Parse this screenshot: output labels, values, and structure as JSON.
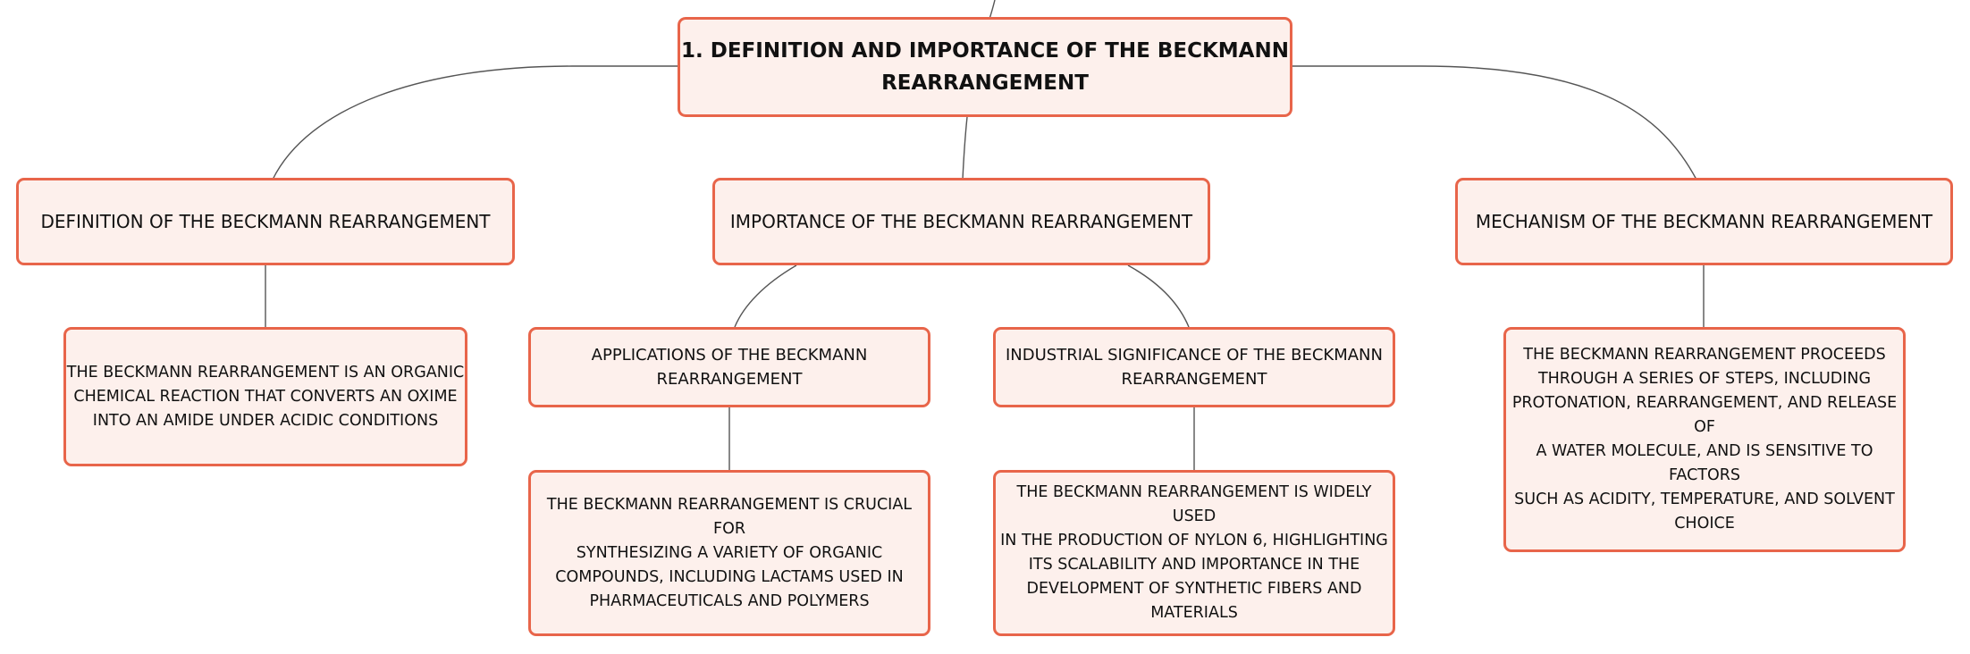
{
  "colors": {
    "node_fill": "#fdf0ec",
    "node_border": "#e8654a",
    "connector": "#555555",
    "text": "#111111"
  },
  "root": {
    "label": "1. DEFINITION AND IMPORTANCE OF THE BECKMANN\nREARRANGEMENT"
  },
  "definition": {
    "label": "DEFINITION OF THE BECKMANN REARRANGEMENT",
    "detail": "THE BECKMANN REARRANGEMENT IS AN ORGANIC\nCHEMICAL REACTION THAT CONVERTS AN OXIME\nINTO AN AMIDE UNDER ACIDIC CONDITIONS"
  },
  "importance": {
    "label": "IMPORTANCE OF THE BECKMANN REARRANGEMENT",
    "applications": {
      "label": "APPLICATIONS OF THE BECKMANN\nREARRANGEMENT",
      "detail": "THE BECKMANN REARRANGEMENT IS CRUCIAL FOR\nSYNTHESIZING A VARIETY OF ORGANIC\nCOMPOUNDS, INCLUDING LACTAMS USED IN\nPHARMACEUTICALS AND POLYMERS"
    },
    "industrial": {
      "label": "INDUSTRIAL SIGNIFICANCE OF THE BECKMANN\nREARRANGEMENT",
      "detail": "THE BECKMANN REARRANGEMENT IS WIDELY USED\nIN THE PRODUCTION OF NYLON 6, HIGHLIGHTING\nITS SCALABILITY AND IMPORTANCE IN THE\nDEVELOPMENT OF SYNTHETIC FIBERS AND\nMATERIALS"
    }
  },
  "mechanism": {
    "label": "MECHANISM OF THE BECKMANN REARRANGEMENT",
    "detail": "THE BECKMANN REARRANGEMENT PROCEEDS\nTHROUGH A SERIES OF STEPS, INCLUDING\nPROTONATION, REARRANGEMENT, AND RELEASE OF\nA WATER MOLECULE, AND IS SENSITIVE TO FACTORS\nSUCH AS ACIDITY, TEMPERATURE, AND SOLVENT\nCHOICE"
  }
}
